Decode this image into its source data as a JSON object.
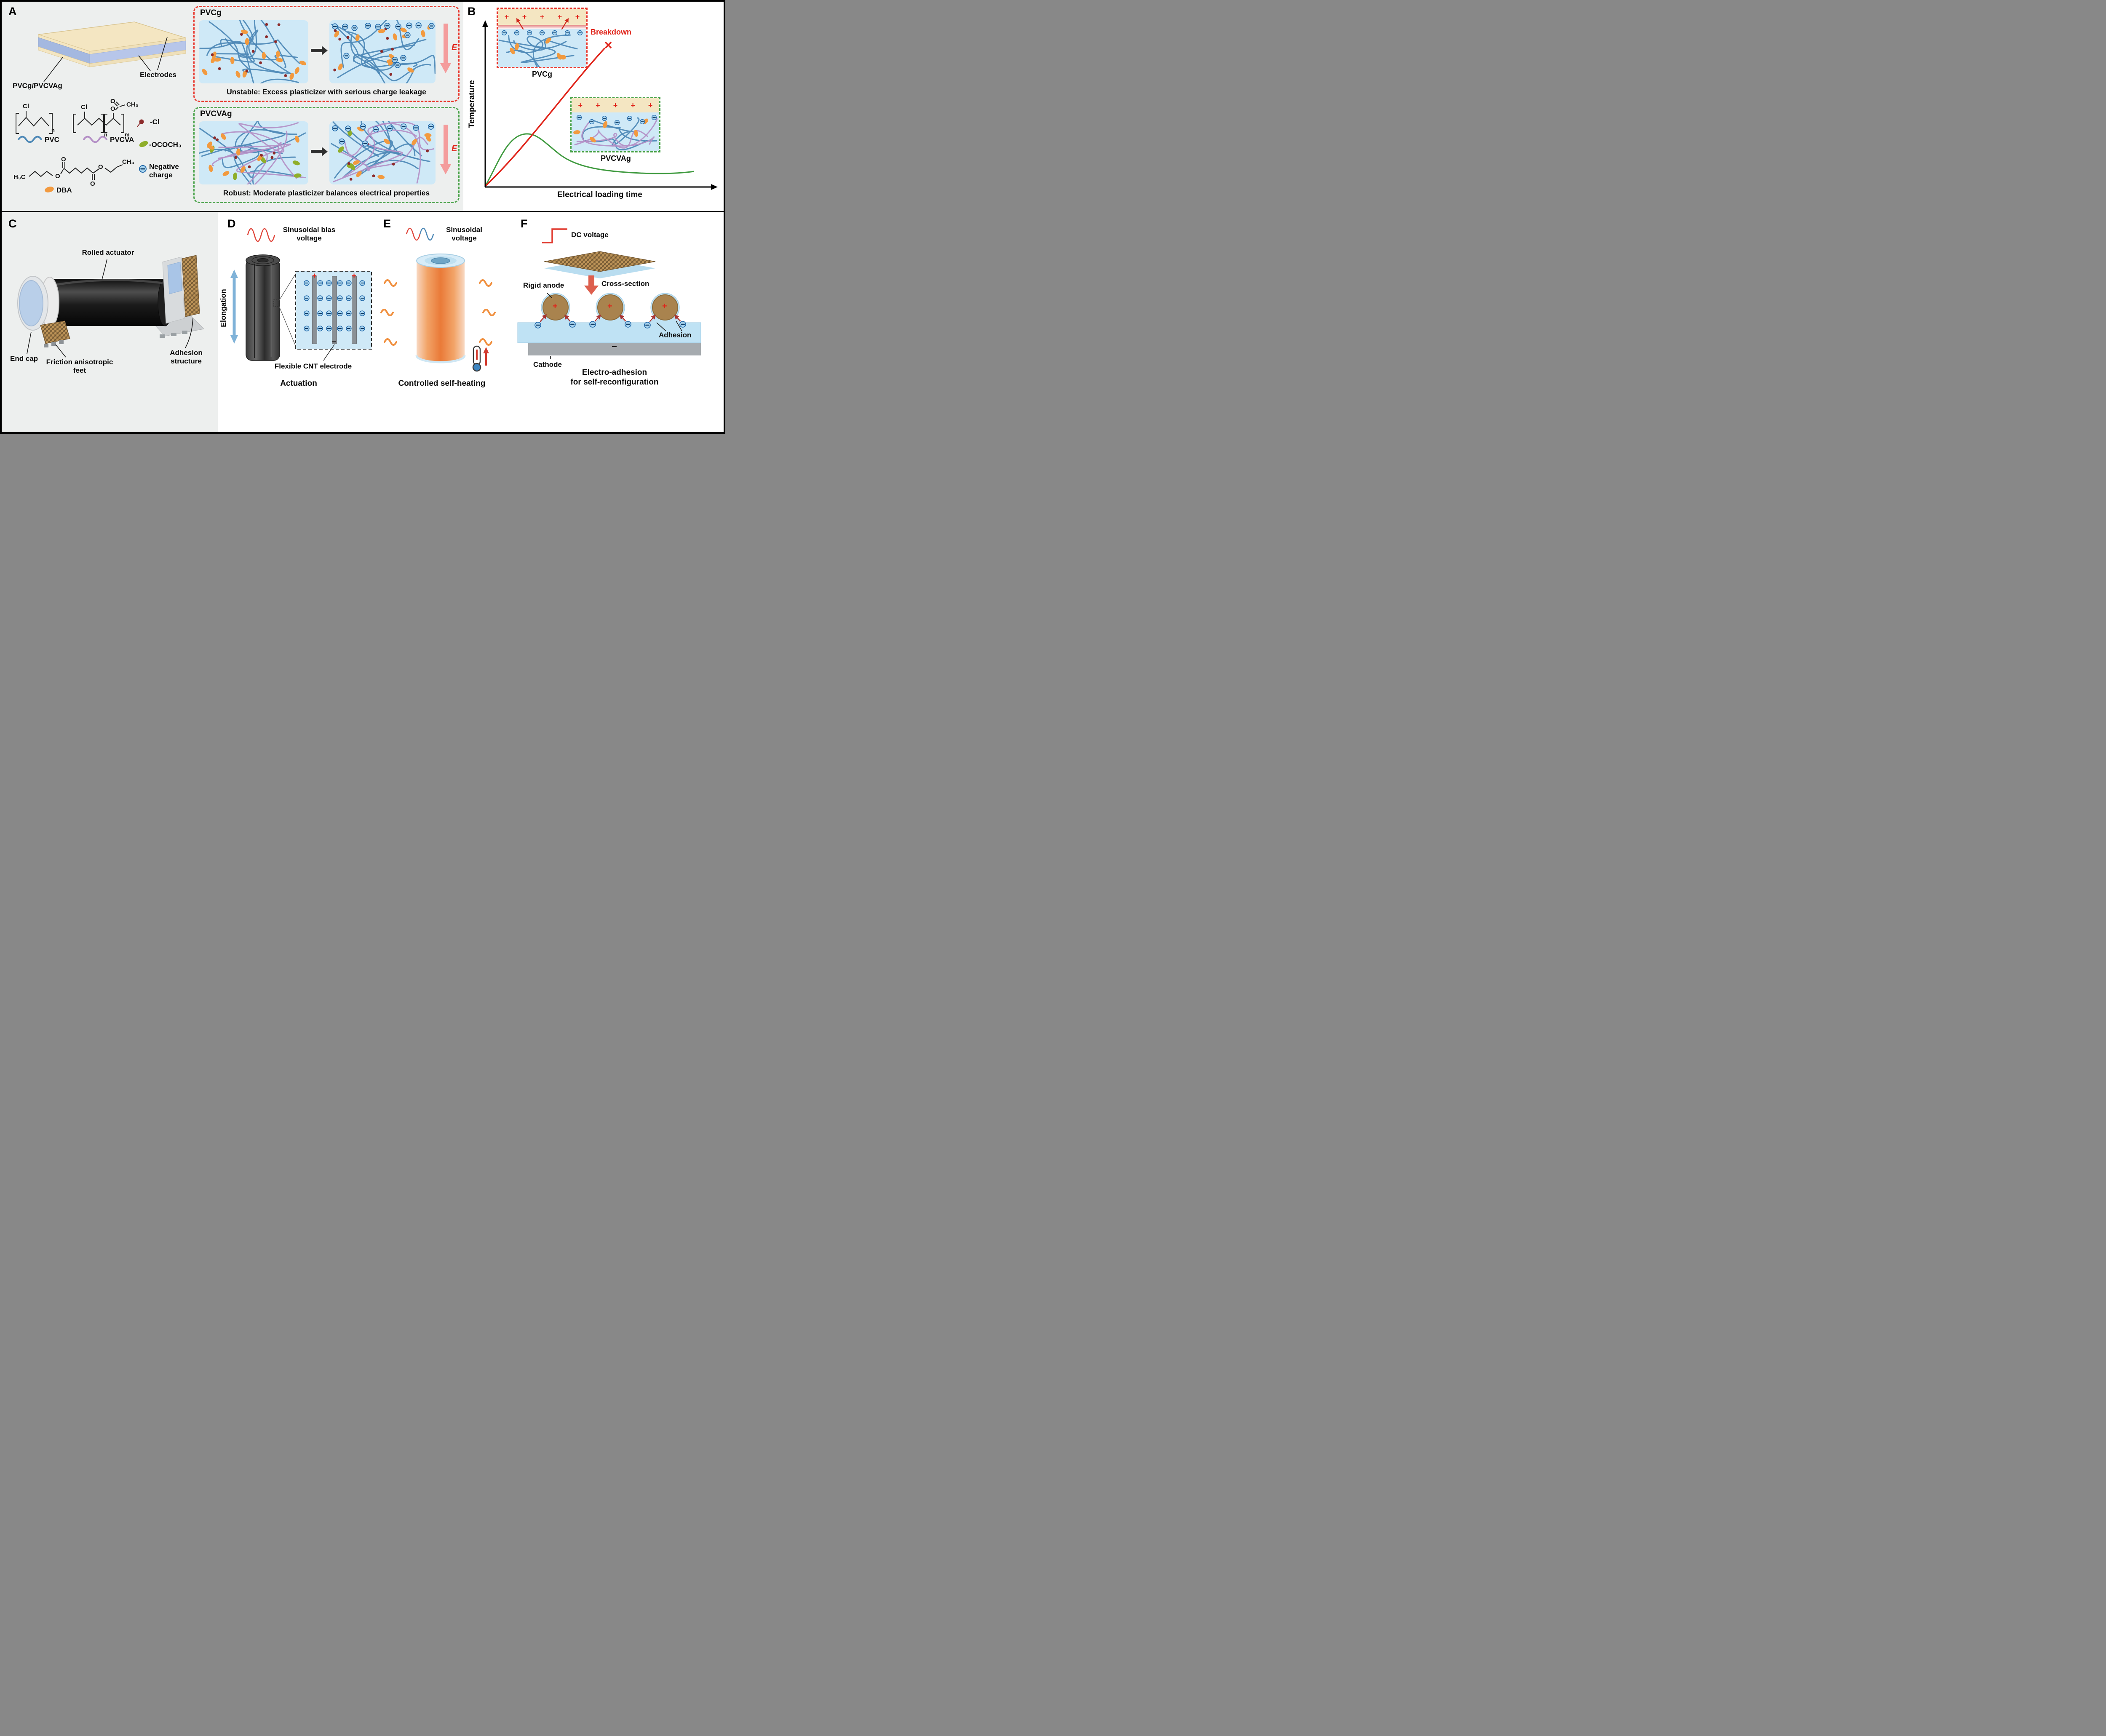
{
  "panelA": {
    "letter": "A",
    "device": {
      "layer": "PVCg/PVCVAg",
      "electrodes": "Electrodes"
    },
    "chem": {
      "cl": "Cl",
      "o": "O",
      "ch3": "CH₃",
      "h3c": "H₃C",
      "sub_n": "n",
      "sub_m": "m"
    },
    "legend": {
      "pvc": "PVC",
      "pvcva": "PVCVA",
      "cl": "-Cl",
      "acetate": "-OCOCH₃",
      "negative": "Negative charge",
      "dba": "DBA"
    },
    "pvcg": {
      "title": "PVCg",
      "caption": "Unstable: Excess plasticizer with serious charge leakage",
      "field": "E"
    },
    "pvcvag": {
      "title": "PVCVAg",
      "caption": "Robust: Moderate plasticizer balances electrical properties",
      "field": "E"
    }
  },
  "panelB": {
    "letter": "B",
    "ylabel": "Temperature",
    "xlabel": "Electrical loading time",
    "breakdown": "Breakdown",
    "plus": "+",
    "insets": {
      "pvcg": "PVCg",
      "pvcvag": "PVCVAg"
    }
  },
  "panelC": {
    "letter": "C",
    "rolled_actuator": "Rolled actuator",
    "end_cap": "End cap",
    "friction_feet": "Friction anisotropic feet",
    "adhesion_structure": "Adhesion structure"
  },
  "panelD": {
    "letter": "D",
    "signal": "Sinusoidal bias voltage",
    "elongation": "Elongation",
    "electrode": "Flexible CNT electrode",
    "caption": "Actuation",
    "plus": "+",
    "minus": "−"
  },
  "panelE": {
    "letter": "E",
    "signal": "Sinusoidal voltage",
    "caption": "Controlled self-heating"
  },
  "panelF": {
    "letter": "F",
    "signal": "DC voltage",
    "cross_section": "Cross-section",
    "rigid_anode": "Rigid anode",
    "adhesion": "Adhesion",
    "cathode": "Cathode",
    "plus": "+",
    "minus": "−",
    "caption_line1": "Electro-adhesion",
    "caption_line2": "for self-reconfiguration"
  },
  "colors": {
    "red_accent": "#e0251b",
    "green_accent": "#3f9a3f",
    "polymer_blue": "#4d88b6",
    "polymer_purple": "#b48fc6",
    "plasticizer_orange": "#f29a3f",
    "acetate_green": "#8fae2a",
    "charge_blue": "#a8d4ef",
    "panel_blue_bg": "#cfe9f7",
    "electrode_cream": "#f4e6c2"
  },
  "chart_data": {
    "type": "line",
    "xlabel": "Electrical loading time",
    "ylabel": "Temperature",
    "axes_ticks": "none (schematic)",
    "series": [
      {
        "name": "PVCg",
        "color": "#e0251b",
        "x_norm": [
          0,
          0.2,
          0.4,
          0.6,
          0.8,
          1.0
        ],
        "y_norm": [
          0,
          0.2,
          0.42,
          0.65,
          0.86,
          1.0
        ],
        "annotation": "monotonic temperature rise ending in breakdown (X marker)"
      },
      {
        "name": "PVCVAg",
        "color": "#3f9a3f",
        "x_norm": [
          0,
          0.1,
          0.2,
          0.35,
          0.5,
          0.7,
          1.0
        ],
        "y_norm": [
          0,
          0.18,
          0.3,
          0.27,
          0.17,
          0.1,
          0.09
        ],
        "annotation": "rises to a moderate peak then decays to stable plateau"
      }
    ],
    "annotations": [
      {
        "text": "Breakdown",
        "color": "#e0251b",
        "position": "top right"
      }
    ]
  }
}
